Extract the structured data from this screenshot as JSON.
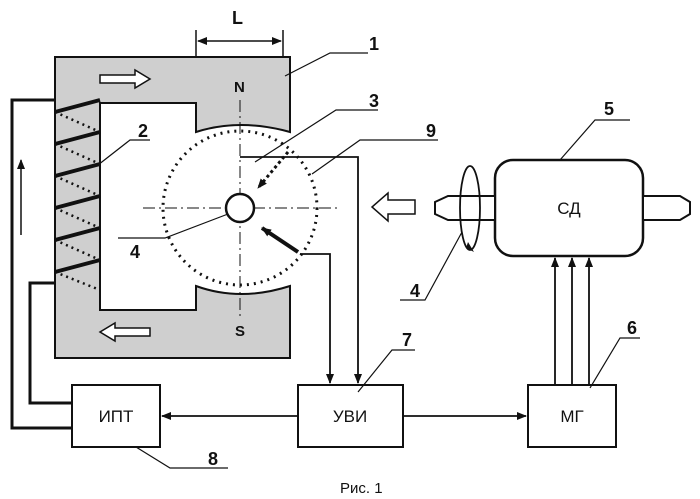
{
  "dimension_label": "L",
  "poles": {
    "north": "N",
    "south": "S"
  },
  "blocks": {
    "ipt": "ИПТ",
    "uvi": "УВИ",
    "mg": "МГ",
    "sd": "СД"
  },
  "callouts": {
    "c1": "1",
    "c2": "2",
    "c3": "3",
    "c4a": "4",
    "c4b": "4",
    "c5": "5",
    "c6": "6",
    "c7": "7",
    "c8": "8",
    "c9": "9"
  },
  "caption": "Рис. 1",
  "colors": {
    "core_fill": "#cfcfcf",
    "line": "#111111",
    "background": "#ffffff"
  }
}
